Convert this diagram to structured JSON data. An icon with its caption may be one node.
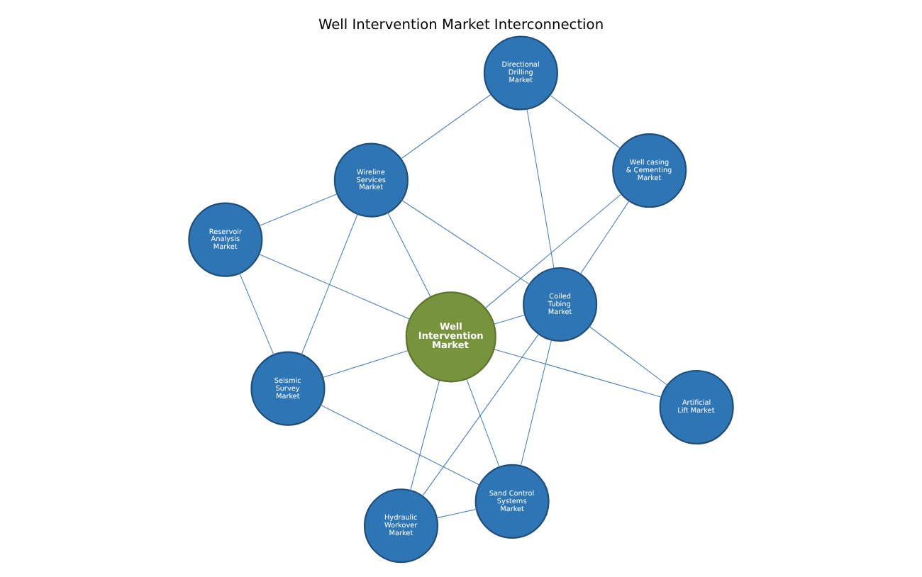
{
  "diagram": {
    "title": "Well Intervention Market Interconnection",
    "nodes": [
      {
        "text": [
          "Wireline Services Market"
        ]
      },
      {
        "text": [
          "Reservoir Analysis Market"
        ]
      },
      {
        "text": [
          "Seismic Survey Market"
        ]
      },
      {
        "text": [
          "Directional Drilling Market"
        ]
      },
      {
        "text": [
          "Well casing & Cementing Market"
        ]
      },
      {
        "text": [
          "Well Intervention Market"
        ]
      },
      {
        "text": [
          "Hydraulic Workover Market"
        ]
      },
      {
        "text": [
          "Artificial Lift Market"
        ]
      },
      {
        "text": [
          "Coiled Tubing Market"
        ]
      },
      {
        "text": [
          "Sand Control Systems Market"
        ]
      }
    ],
    "edges": [
      {
        "from": 3,
        "to": 0,
        "arrow": "none"
      },
      {
        "from": 3,
        "to": 4,
        "arrow": "none"
      },
      {
        "from": 3,
        "to": 8,
        "arrow": "none"
      },
      {
        "from": 0,
        "to": 2,
        "arrow": "none"
      },
      {
        "from": 0,
        "to": 1,
        "arrow": "none"
      },
      {
        "from": 0,
        "to": 5,
        "arrow": "none"
      },
      {
        "from": 0,
        "to": 8,
        "arrow": "none"
      },
      {
        "from": 1,
        "to": 5,
        "arrow": "none"
      },
      {
        "from": 1,
        "to": 2,
        "arrow": "none"
      },
      {
        "from": 2,
        "to": 5,
        "arrow": "none"
      },
      {
        "from": 2,
        "to": 9,
        "arrow": "none"
      },
      {
        "from": 4,
        "to": 5,
        "arrow": "none"
      },
      {
        "from": 4,
        "to": 8,
        "arrow": "none"
      },
      {
        "from": 7,
        "to": 5,
        "arrow": "none"
      },
      {
        "from": 7,
        "to": 8,
        "arrow": "none"
      },
      {
        "from": 5,
        "to": 8,
        "arrow": "none"
      },
      {
        "from": 5,
        "to": 6,
        "arrow": "none"
      },
      {
        "from": 5,
        "to": 9,
        "arrow": "none"
      },
      {
        "from": 6,
        "to": 8,
        "arrow": "none"
      },
      {
        "from": 6,
        "to": 9,
        "arrow": "none"
      },
      {
        "from": 8,
        "to": 9,
        "arrow": "none"
      }
    ]
  }
}
